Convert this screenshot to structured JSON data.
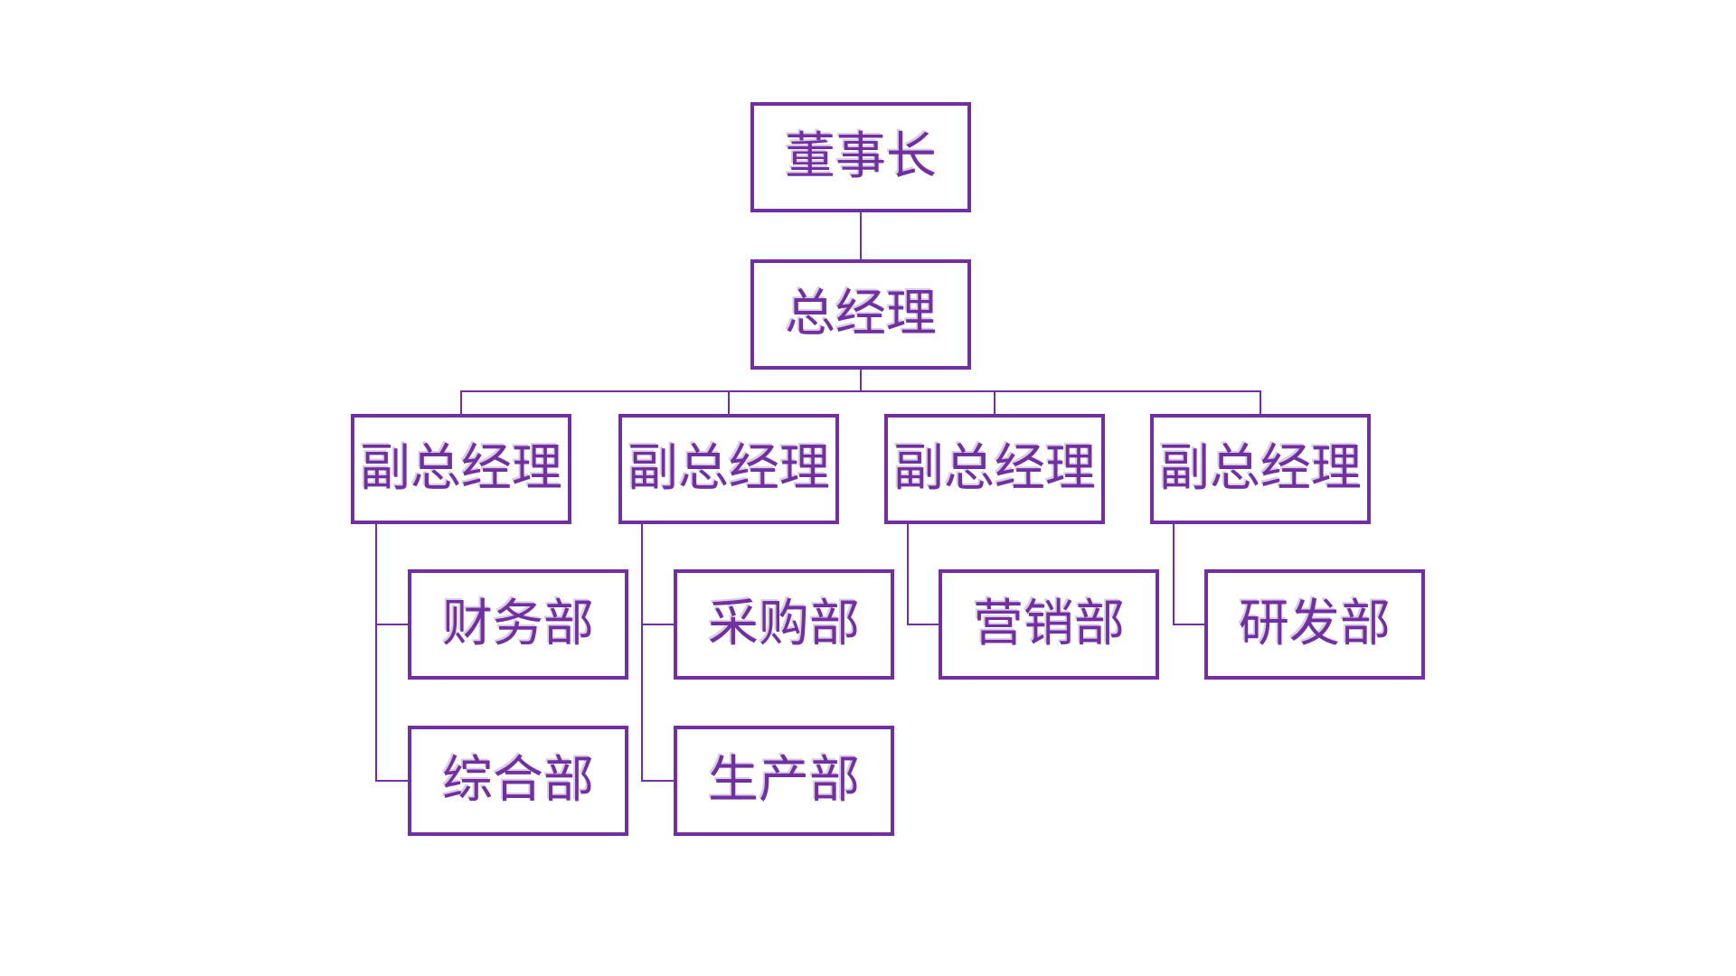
{
  "chart": {
    "type": "org-chart",
    "accent_color": "#7030A0",
    "background_color": "#FFFFFF",
    "nodes": [
      {
        "id": "chairman",
        "label": "董事长",
        "level": 1
      },
      {
        "id": "gm",
        "label": "总经理",
        "level": 2
      },
      {
        "id": "vgm1",
        "label": "副总经理",
        "level": 3
      },
      {
        "id": "vgm2",
        "label": "副总经理",
        "level": 3
      },
      {
        "id": "vgm3",
        "label": "副总经理",
        "level": 3
      },
      {
        "id": "vgm4",
        "label": "副总经理",
        "level": 3
      },
      {
        "id": "finance",
        "label": "财务部",
        "level": 4
      },
      {
        "id": "procurement",
        "label": "采购部",
        "level": 4
      },
      {
        "id": "marketing",
        "label": "营销部",
        "level": 4
      },
      {
        "id": "rd",
        "label": "研发部",
        "level": 4
      },
      {
        "id": "general",
        "label": "综合部",
        "level": 4
      },
      {
        "id": "production",
        "label": "生产部",
        "level": 4
      }
    ],
    "edges": [
      [
        "chairman",
        "gm"
      ],
      [
        "gm",
        "vgm1"
      ],
      [
        "gm",
        "vgm2"
      ],
      [
        "gm",
        "vgm3"
      ],
      [
        "gm",
        "vgm4"
      ],
      [
        "vgm1",
        "finance"
      ],
      [
        "vgm1",
        "general"
      ],
      [
        "vgm2",
        "procurement"
      ],
      [
        "vgm2",
        "production"
      ],
      [
        "vgm3",
        "marketing"
      ],
      [
        "vgm4",
        "rd"
      ]
    ]
  }
}
